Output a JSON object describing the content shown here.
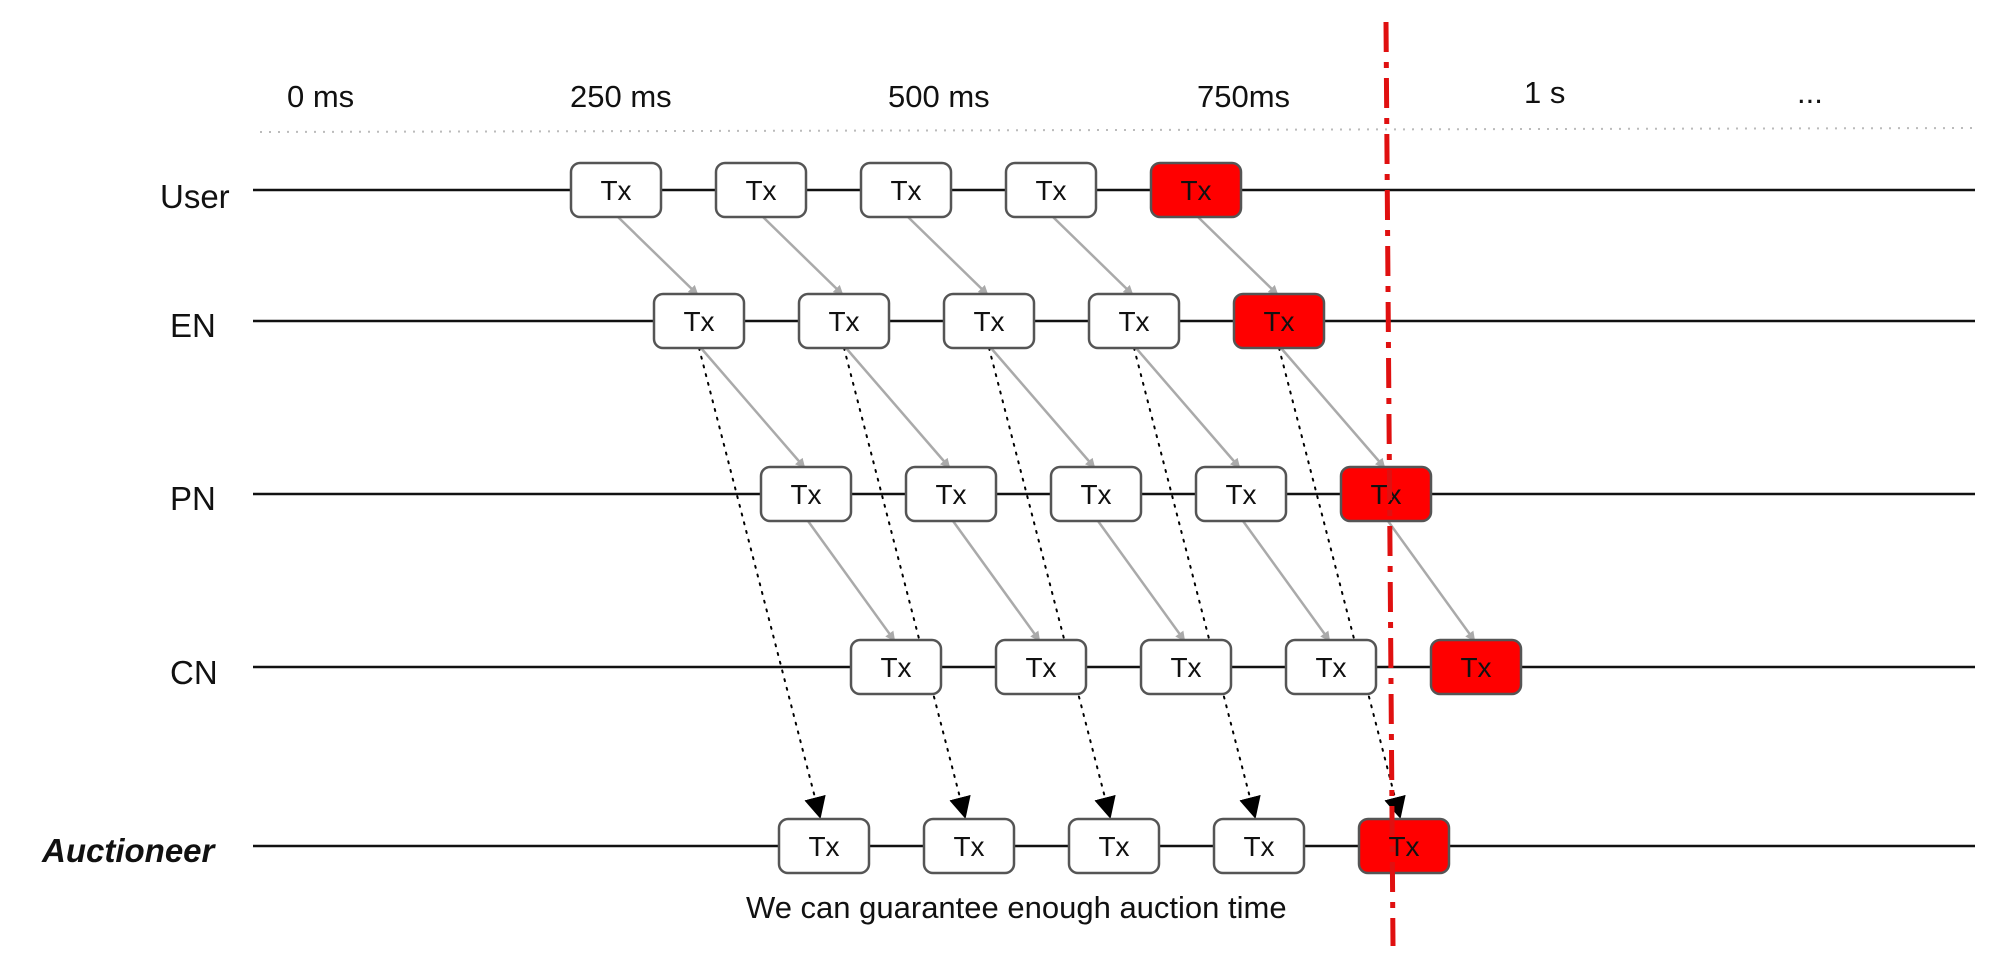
{
  "time_axis": {
    "ticks": [
      "0 ms",
      "250 ms",
      "500 ms",
      "750ms",
      "1 s",
      "..."
    ]
  },
  "lanes": [
    {
      "id": "user",
      "label": "User",
      "emphasis": false
    },
    {
      "id": "en",
      "label": "EN",
      "emphasis": false
    },
    {
      "id": "pn",
      "label": "PN",
      "emphasis": false
    },
    {
      "id": "cn",
      "label": "CN",
      "emphasis": false
    },
    {
      "id": "auctioneer",
      "label": "Auctioneer",
      "emphasis": true
    }
  ],
  "tx_label": "Tx",
  "transactions_per_lane": 5,
  "highlighted_tx_index": 4,
  "caption": "We can guarantee enough auction time",
  "colors": {
    "highlight": "#ff0000",
    "line": "#111111",
    "arrow": "#aaaaaa",
    "deadline": "#e01010",
    "grid": "#bbbbbb"
  }
}
